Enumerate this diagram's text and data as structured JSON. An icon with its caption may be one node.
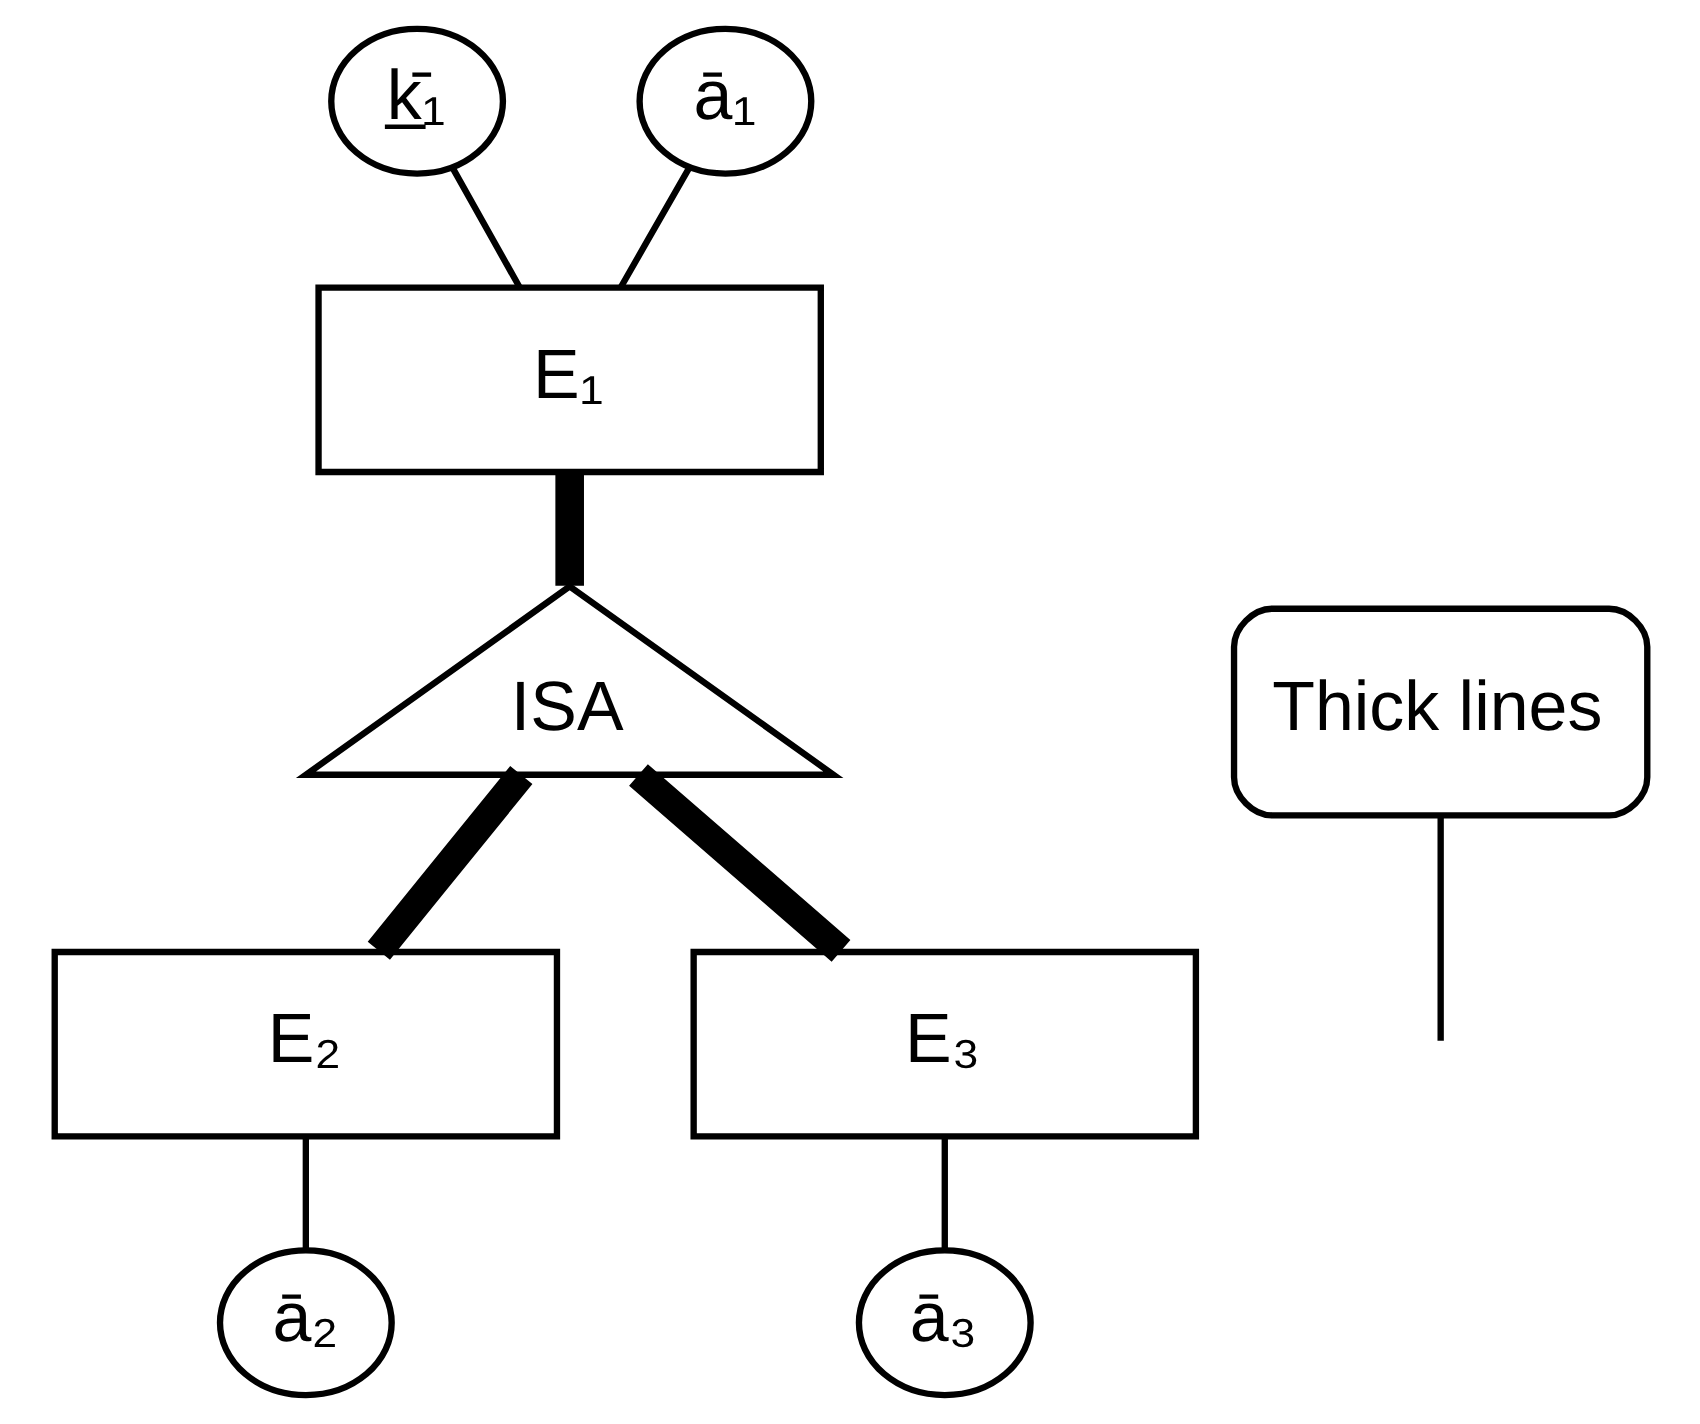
{
  "diagram": {
    "nodes": [
      {
        "text": [
          "k̲̄₁"
        ]
      },
      {
        "text": [
          "ā₁"
        ]
      },
      {
        "text": [
          "E₁"
        ]
      },
      {
        "text": [
          "ISA"
        ]
      },
      {
        "text": [
          "Thick lines"
        ]
      },
      {
        "text": [
          "E₂"
        ]
      },
      {
        "text": [
          "E₃"
        ]
      },
      {
        "text": [
          "ā₂"
        ]
      },
      {
        "text": [
          "ā₃"
        ]
      }
    ],
    "edges": [
      {
        "from": 0,
        "to": 2,
        "arrow": "none"
      },
      {
        "from": 1,
        "to": 2,
        "arrow": "none"
      },
      {
        "from": 2,
        "to": 3,
        "arrow": "none",
        "style": "thick"
      },
      {
        "from": 3,
        "to": 5,
        "arrow": "none",
        "style": "thick"
      },
      {
        "from": 3,
        "to": 6,
        "arrow": "none",
        "style": "thick"
      },
      {
        "from": 5,
        "to": 7,
        "arrow": "none"
      },
      {
        "from": 6,
        "to": 8,
        "arrow": "none"
      },
      {
        "from": 4,
        "to": null,
        "arrow": "none"
      }
    ]
  }
}
